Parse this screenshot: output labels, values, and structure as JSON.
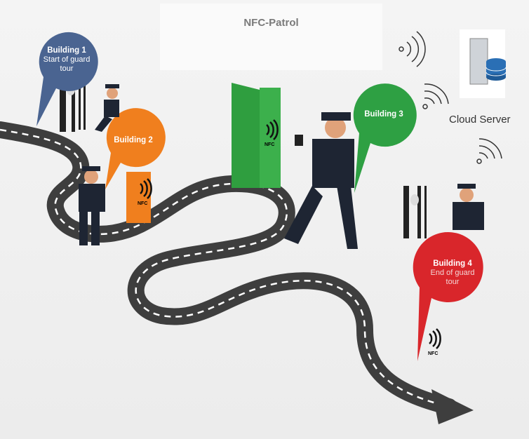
{
  "title": "NFC-Patrol",
  "cloud_server_label": "Cloud Server",
  "nfc_label": "NFC",
  "buildings": [
    {
      "name": "Building 1",
      "subtitle": "Start of guard tour",
      "color": "#4a6491"
    },
    {
      "name": "Building 2",
      "subtitle": "",
      "color": "#f07f1e"
    },
    {
      "name": "Building 3",
      "subtitle": "",
      "color": "#2ea043"
    },
    {
      "name": "Building 4",
      "subtitle": "End of guard tour",
      "color": "#d9262b"
    }
  ],
  "colors": {
    "road": "#3e3e3e",
    "door_green": "#2f9e3f",
    "door_orange": "#f07f1e",
    "uniform": "#1e2533"
  }
}
